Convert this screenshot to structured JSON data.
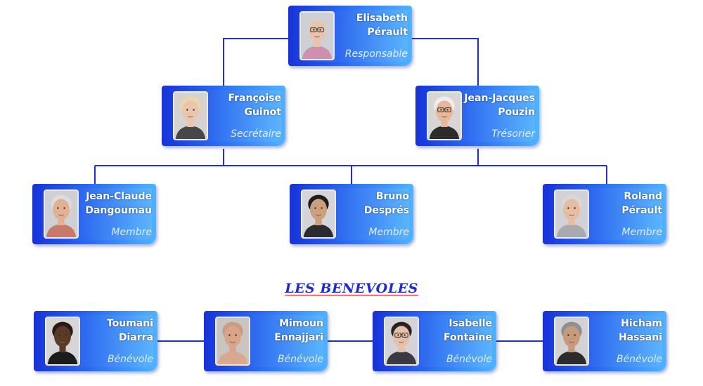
{
  "board": [
    {
      "id": "elisabeth",
      "first_name": "Elisabeth",
      "last_name": "Pérault",
      "role": "Responsable",
      "face": {
        "skin": "#e8c3ad",
        "hair": "#d2d0cc",
        "bg": "#cfcfd6",
        "shirt": "#cf8fb0",
        "glasses": true
      }
    },
    {
      "id": "francoise",
      "first_name": "Françoise",
      "last_name": "Guinot",
      "role": "Secrétaire",
      "face": {
        "skin": "#eac6b0",
        "hair": "#e9d7a6",
        "bg": "#d6d2cf",
        "shirt": "#474747",
        "glasses": false
      }
    },
    {
      "id": "jean-jacques",
      "first_name": "Jean-Jacques",
      "last_name": "Pouzin",
      "role": "Trésorier",
      "face": {
        "skin": "#e6b79b",
        "hair": "#eeeeee",
        "bg": "#d8d6d4",
        "shirt": "#2c2c2c",
        "glasses": true
      }
    },
    {
      "id": "jean-claude",
      "first_name": "Jean-Claude",
      "last_name": "Dangoumau",
      "role": "Membre",
      "face": {
        "skin": "#e2b093",
        "hair": "#dcdcdc",
        "bg": "#d0d0d4",
        "shirt": "#c87a6a",
        "glasses": false
      }
    },
    {
      "id": "bruno",
      "first_name": "Bruno",
      "last_name": "Després",
      "role": "Membre",
      "face": {
        "skin": "#caa07f",
        "hair": "#1e1c1c",
        "bg": "#d4d4d9",
        "shirt": "#2a2a30",
        "glasses": false
      }
    },
    {
      "id": "roland",
      "first_name": "Roland",
      "last_name": "Pérault",
      "role": "Membre",
      "face": {
        "skin": "#e6bca2",
        "hair": "#d8d8d8",
        "bg": "#d2d2d6",
        "shirt": "#a9a9b0",
        "glasses": false
      }
    }
  ],
  "volunteers_title": "LES BENEVOLES",
  "volunteers": [
    {
      "id": "toumani",
      "first_name": "Toumani",
      "last_name": "Diarra",
      "role": "Bénévole",
      "face": {
        "skin": "#5a3a26",
        "hair": "#2a1a12",
        "bg": "#d6d6d8",
        "shirt": "#1b1b1b",
        "glasses": false
      }
    },
    {
      "id": "mimoun",
      "first_name": "Mimoun",
      "last_name": "Ennajjari",
      "role": "Bénévole",
      "face": {
        "skin": "#d8a58a",
        "hair": "#c99c84",
        "bg": "#c9c6c2",
        "shirt": "#d9a98f",
        "glasses": false
      }
    },
    {
      "id": "isabelle",
      "first_name": "Isabelle",
      "last_name": "Fontaine",
      "role": "Bénévole",
      "face": {
        "skin": "#e7c0a6",
        "hair": "#2b2220",
        "bg": "#d3d3d8",
        "shirt": "#3a3a42",
        "glasses": true
      }
    },
    {
      "id": "hicham",
      "first_name": "Hicham",
      "last_name": "Hassani",
      "role": "Bénévole",
      "face": {
        "skin": "#c89a7c",
        "hair": "#8f8f8f",
        "bg": "#d2d2d5",
        "shirt": "#2c2c2c",
        "glasses": false
      }
    }
  ],
  "colors": {
    "connector": "#1f2fd6",
    "title": "#1d2bd0",
    "title_underline": "#d42020"
  }
}
